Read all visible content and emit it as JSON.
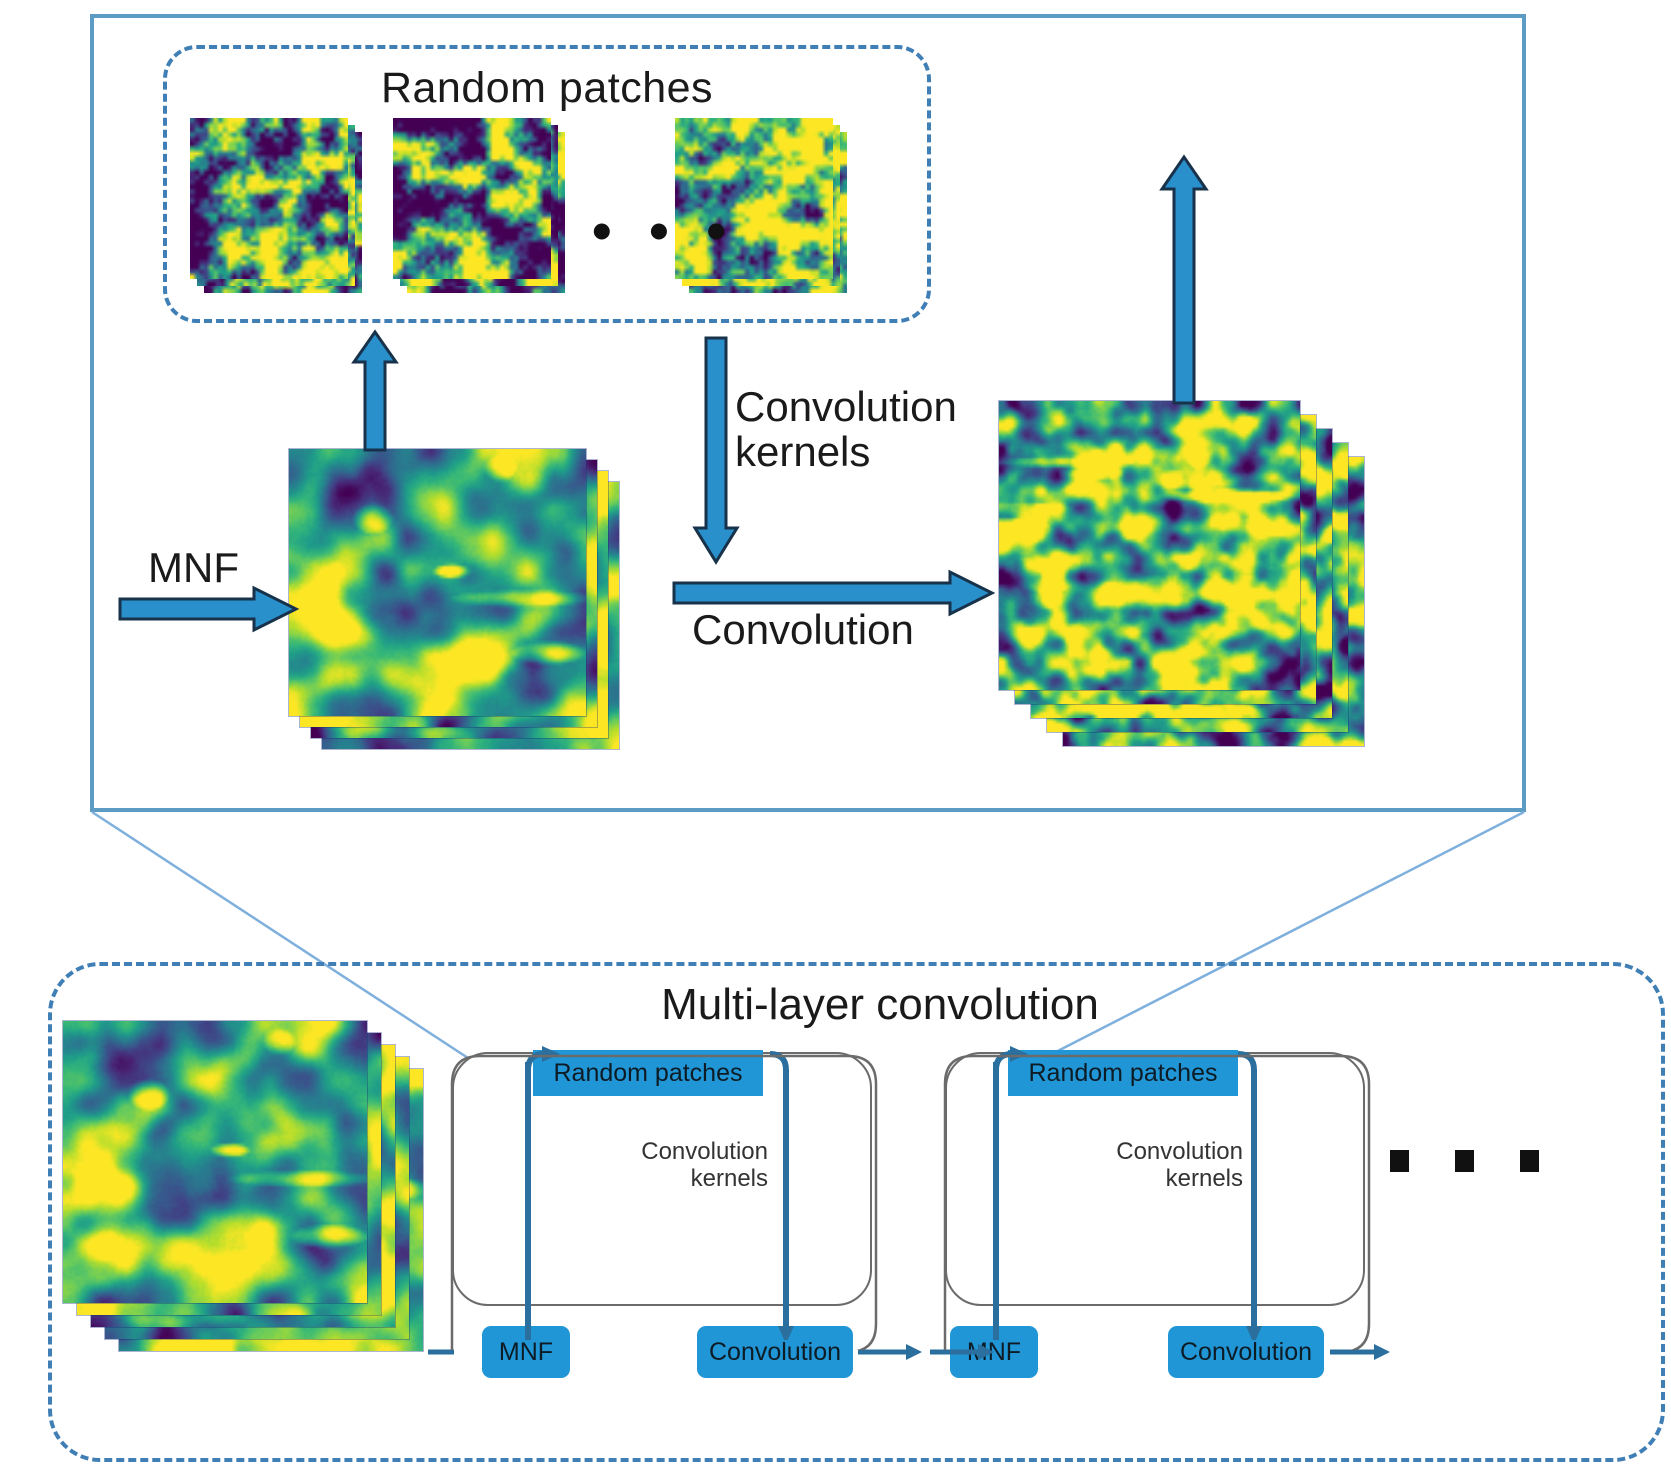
{
  "figure": {
    "type": "architecture-diagram",
    "subject": "Random-patch convolution network for hyperspectral imagery"
  },
  "top_panel": {
    "patches_box": {
      "title": "Random patches",
      "ellipsis": "• • •",
      "patch_count_shown": 3
    },
    "labels": {
      "mnf": "MNF",
      "convolution_kernels": "Convolution\nkernels",
      "convolution": "Convolution"
    },
    "arrows": [
      {
        "name": "mnf-arrow",
        "direction": "right"
      },
      {
        "name": "patches-up-arrow",
        "direction": "up"
      },
      {
        "name": "kernels-down-arrow",
        "direction": "down"
      },
      {
        "name": "convolution-arrow",
        "direction": "right"
      },
      {
        "name": "output-up-arrow",
        "direction": "up"
      }
    ],
    "cubes": [
      {
        "name": "input-cube",
        "layers": 4
      },
      {
        "name": "output-cube",
        "layers": 5
      }
    ]
  },
  "bottom_panel": {
    "title": "Multi-layer convolution",
    "input_cube": {
      "name": "multilayer-input-cube",
      "layers": 5
    },
    "stages": [
      {
        "random_patches": "Random patches",
        "kernels": "Convolution\nkernels",
        "mnf": "MNF",
        "convolution": "Convolution"
      },
      {
        "random_patches": "Random patches",
        "kernels": "Convolution\nkernels",
        "mnf": "MNF",
        "convolution": "Convolution"
      }
    ],
    "ellipsis_squares": 3
  },
  "colors": {
    "accent_blue": "#2196d6",
    "panel_border": "#5b9bc4",
    "dashed_border": "#3f7fb5",
    "arrow_fill": "#2990cc",
    "arrow_stroke": "#17324a",
    "node_fill": "#2196d6",
    "stage_border": "#6b6b6b",
    "connector_line": "#7fb0dd",
    "text": "#1a1a1a"
  }
}
